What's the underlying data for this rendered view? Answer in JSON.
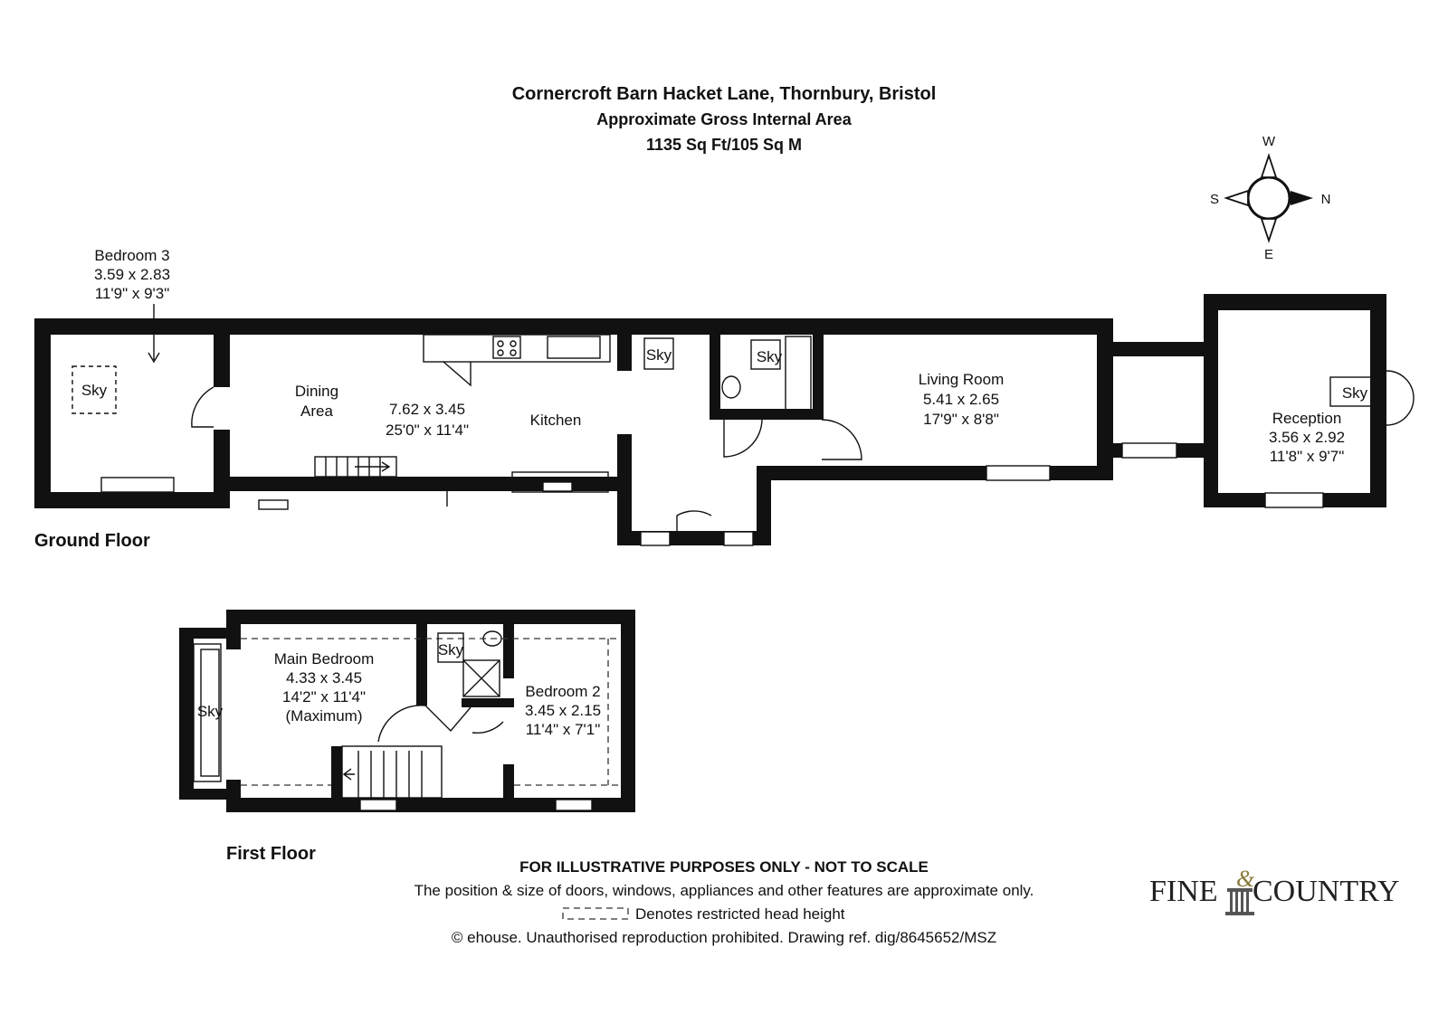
{
  "header": {
    "title": "Cornercroft Barn Hacket Lane, Thornbury, Bristol",
    "subtitle": "Approximate Gross Internal Area",
    "area": "1135 Sq Ft/105 Sq M"
  },
  "compass": {
    "north": "N",
    "south": "S",
    "east": "E",
    "west": "W"
  },
  "floors": {
    "ground": {
      "label": "Ground Floor",
      "rooms": {
        "bedroom3": {
          "name": "Bedroom 3",
          "metric": "3.59 x 2.83",
          "imperial": "11'9\" x 9'3\""
        },
        "dining": {
          "name_line1": "Dining",
          "name_line2": "Area"
        },
        "kitchen_dining": {
          "metric": "7.62 x 3.45",
          "imperial": "25'0\" x 11'4\""
        },
        "kitchen": {
          "name": "Kitchen"
        },
        "living": {
          "name": "Living Room",
          "metric": "5.41 x 2.65",
          "imperial": "17'9\" x 8'8\""
        },
        "reception": {
          "name": "Reception",
          "metric": "3.56 x 2.92",
          "imperial": "11'8\" x 9'7\""
        }
      },
      "skylights": [
        "Sky",
        "Sky",
        "Sky",
        "Sky"
      ]
    },
    "first": {
      "label": "First Floor",
      "rooms": {
        "main_bedroom": {
          "name": "Main Bedroom",
          "metric": "4.33 x 3.45",
          "imperial": "14'2\" x 11'4\"",
          "note": "(Maximum)"
        },
        "bedroom2": {
          "name": "Bedroom 2",
          "metric": "3.45 x 2.15",
          "imperial": "11'4\" x 7'1\""
        }
      },
      "skylights": [
        "Sky",
        "Sky"
      ]
    }
  },
  "footer": {
    "disclaimer": "FOR ILLUSTRATIVE PURPOSES ONLY - NOT TO SCALE",
    "position_note": "The position & size of doors, windows, appliances and other features are approximate only.",
    "legend": "Denotes restricted head height",
    "copyright": "© ehouse. Unauthorised reproduction prohibited. Drawing ref. dig/8645652/MSZ"
  },
  "logo": {
    "left": "FINE",
    "amp": "&",
    "right": "COUNTRY"
  }
}
